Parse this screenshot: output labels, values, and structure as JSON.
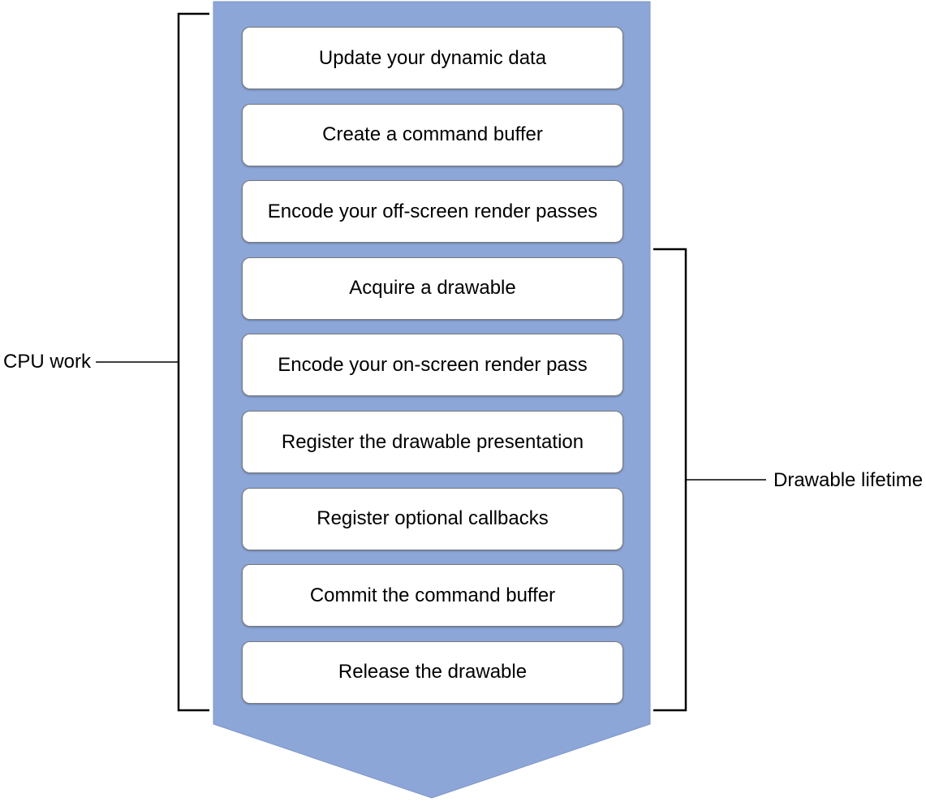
{
  "diagram": {
    "title_hint": "Command buffer / drawable lifetime flow",
    "steps": [
      "Update your dynamic data",
      "Create a command buffer",
      "Encode your off-screen render passes",
      "Acquire a drawable",
      "Encode your on-screen render pass",
      "Register the drawable presentation",
      "Register optional callbacks",
      "Commit the command buffer",
      "Release the drawable"
    ],
    "labels": {
      "cpu_work": "CPU work",
      "drawable_lifetime": "Drawable lifetime"
    },
    "colors": {
      "banner_fill": "#8DA6D8",
      "banner_edge": "#7E96C8",
      "box_fill": "#FFFFFF",
      "box_border": "#7B7B7B",
      "line": "#000000",
      "text": "#000000",
      "bg": "#FFFFFF"
    }
  }
}
